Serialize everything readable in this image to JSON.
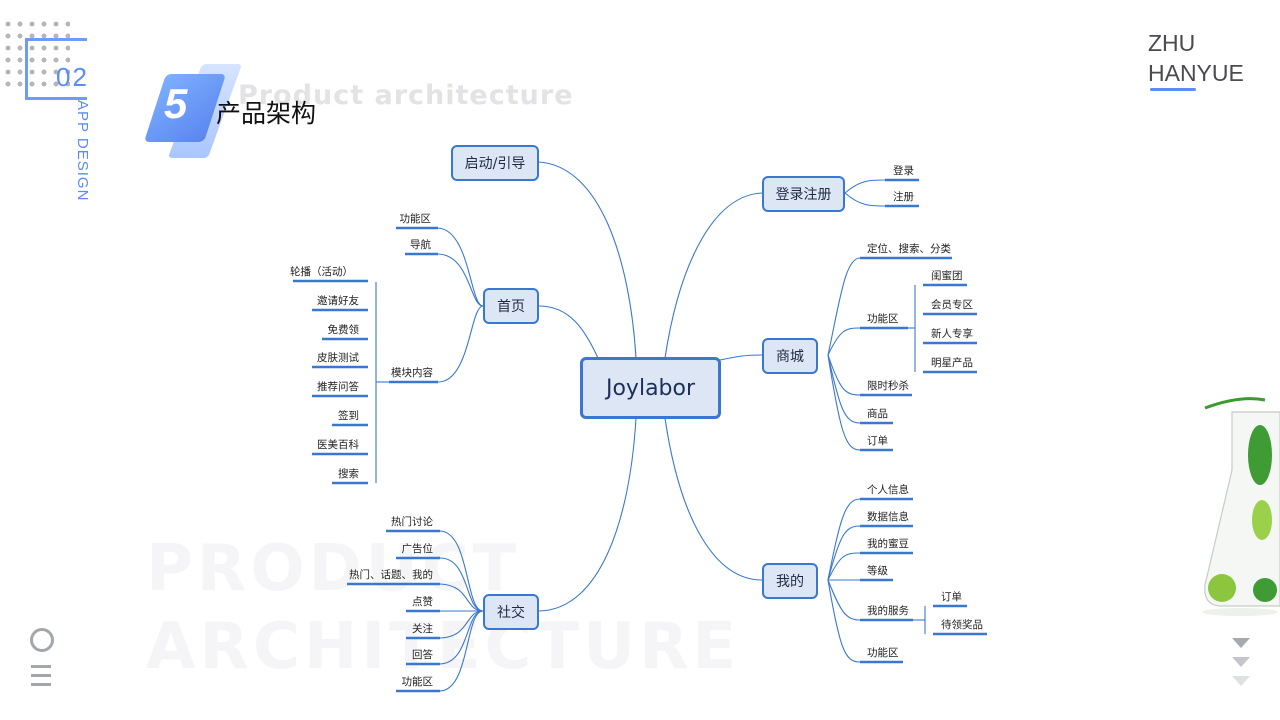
{
  "sidebar": {
    "section_number": "02",
    "section_label": "APP DESIGN"
  },
  "header": {
    "badge_number": "5",
    "title": "产品架构",
    "subtitle_en": "Product architecture"
  },
  "brand": {
    "line1": "ZHU",
    "line2": "HANYUE"
  },
  "watermark": {
    "line1": "PRODUCT",
    "line2": "ARCHITECTURE"
  },
  "colors": {
    "accent": "#5b8df2",
    "node_fill": "#dce6f4",
    "node_border": "#3a78d0",
    "line": "#3a78d0"
  },
  "mindmap": {
    "root": "Joylabor",
    "branches": {
      "startup": {
        "label": "启动/引导"
      },
      "home": {
        "label": "首页",
        "children": [
          "功能区",
          "导航",
          "模块内容"
        ],
        "module_children": [
          "轮播（活动）",
          "邀请好友",
          "免费领",
          "皮肤测试",
          "推荐问答",
          "签到",
          "医美百科",
          "搜索"
        ]
      },
      "social": {
        "label": "社交",
        "children": [
          "热门讨论",
          "广告位",
          "热门、话题、我的",
          "点赞",
          "关注",
          "回答",
          "功能区"
        ]
      },
      "login": {
        "label": "登录注册",
        "children": [
          "登录",
          "注册"
        ]
      },
      "mall": {
        "label": "商城",
        "children": [
          "定位、搜索、分类",
          "功能区",
          "限时秒杀",
          "商品",
          "订单"
        ],
        "function_children": [
          "闺蜜团",
          "会员专区",
          "新人专享",
          "明星产品"
        ]
      },
      "mine": {
        "label": "我的",
        "children": [
          "个人信息",
          "数据信息",
          "我的蜜豆",
          "等级",
          "我的服务",
          "功能区"
        ],
        "service_children": [
          "订单",
          "待领奖品"
        ]
      }
    }
  },
  "nav": {
    "circle_icon": "circle-icon",
    "menu_icon": "menu-icon",
    "scroll_icon": "chevron-down-icon"
  }
}
